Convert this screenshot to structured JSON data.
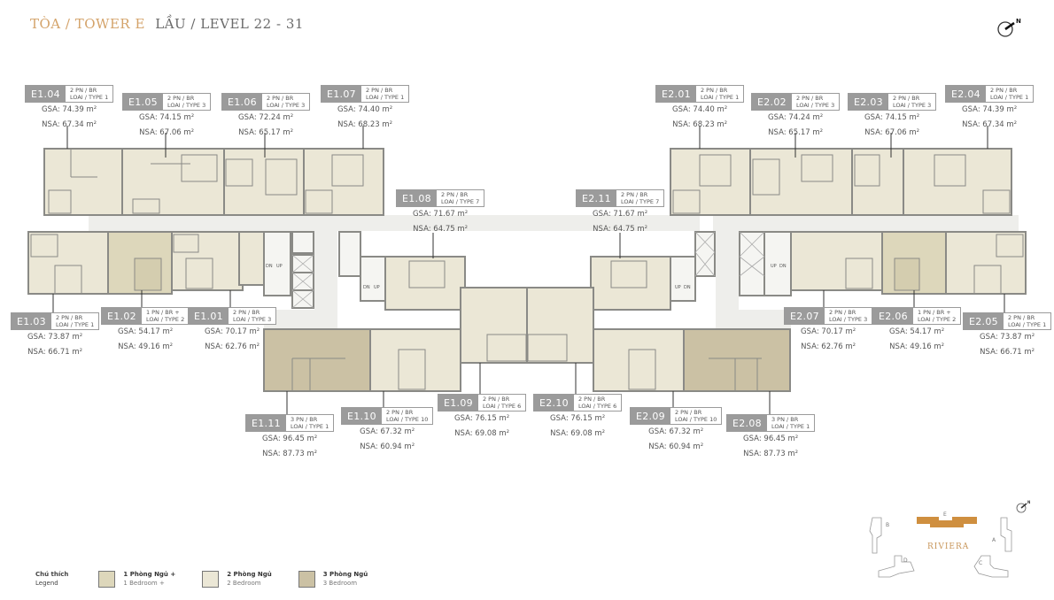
{
  "header": {
    "tower": "TÒA / TOWER E",
    "level": "LẦU / LEVEL 22 - 31",
    "north_label": "N"
  },
  "colors": {
    "accent": "#d4a36a",
    "tag_bg": "#9b9b9b",
    "unit_1br": "#ddd7bb",
    "unit_2br": "#ebe7d6",
    "unit_3br": "#cbc1a4",
    "corridor": "#eeeeeb",
    "wall": "#8a8a86"
  },
  "units": [
    {
      "code": "E1.04",
      "bedrooms": "2 PN / BR",
      "type": "LOAI / TYPE 1",
      "gsa": "GSA: 74.39 m²",
      "nsa": "NSA: 67.34 m²"
    },
    {
      "code": "E1.05",
      "bedrooms": "2 PN / BR",
      "type": "LOAI / TYPE 3",
      "gsa": "GSA: 74.15 m²",
      "nsa": "NSA: 67.06 m²"
    },
    {
      "code": "E1.06",
      "bedrooms": "2 PN / BR",
      "type": "LOAI / TYPE 3",
      "gsa": "GSA: 72.24 m²",
      "nsa": "NSA: 65.17 m²"
    },
    {
      "code": "E1.07",
      "bedrooms": "2 PN / BR",
      "type": "LOAI / TYPE 1",
      "gsa": "GSA: 74.40 m²",
      "nsa": "NSA: 68.23 m²"
    },
    {
      "code": "E1.08",
      "bedrooms": "2 PN / BR",
      "type": "LOAI / TYPE 7",
      "gsa": "GSA: 71.67 m²",
      "nsa": "NSA: 64.75 m²"
    },
    {
      "code": "E2.11",
      "bedrooms": "2 PN / BR",
      "type": "LOAI / TYPE 7",
      "gsa": "GSA: 71.67 m²",
      "nsa": "NSA: 64.75 m²"
    },
    {
      "code": "E2.01",
      "bedrooms": "2 PN / BR",
      "type": "LOAI / TYPE 1",
      "gsa": "GSA: 74.40 m²",
      "nsa": "NSA: 68.23 m²"
    },
    {
      "code": "E2.02",
      "bedrooms": "2 PN / BR",
      "type": "LOAI / TYPE 3",
      "gsa": "GSA: 74.24 m²",
      "nsa": "NSA: 65.17 m²"
    },
    {
      "code": "E2.03",
      "bedrooms": "2 PN / BR",
      "type": "LOAI / TYPE 3",
      "gsa": "GSA: 74.15 m²",
      "nsa": "NSA: 67.06 m²"
    },
    {
      "code": "E2.04",
      "bedrooms": "2 PN / BR",
      "type": "LOAI / TYPE 1",
      "gsa": "GSA: 74.39 m²",
      "nsa": "NSA: 67.34 m²"
    },
    {
      "code": "E1.03",
      "bedrooms": "2 PN / BR",
      "type": "LOAI / TYPE 1",
      "gsa": "GSA: 73.87 m²",
      "nsa": "NSA: 66.71 m²"
    },
    {
      "code": "E1.02",
      "bedrooms": "1 PN / BR +",
      "type": "LOAI / TYPE 2",
      "gsa": "GSA: 54.17 m²",
      "nsa": "NSA: 49.16 m²"
    },
    {
      "code": "E1.01",
      "bedrooms": "2 PN / BR",
      "type": "LOAI / TYPE 3",
      "gsa": "GSA: 70.17 m²",
      "nsa": "NSA: 62.76 m²"
    },
    {
      "code": "E2.07",
      "bedrooms": "2 PN / BR",
      "type": "LOAI / TYPE 3",
      "gsa": "GSA: 70.17 m²",
      "nsa": "NSA: 62.76 m²"
    },
    {
      "code": "E2.06",
      "bedrooms": "1 PN / BR +",
      "type": "LOAI / TYPE 2",
      "gsa": "GSA: 54.17 m²",
      "nsa": "NSA: 49.16 m²"
    },
    {
      "code": "E2.05",
      "bedrooms": "2 PN / BR",
      "type": "LOAI / TYPE 1",
      "gsa": "GSA: 73.87 m²",
      "nsa": "NSA: 66.71 m²"
    },
    {
      "code": "E1.11",
      "bedrooms": "3 PN / BR",
      "type": "LOAI / TYPE 1",
      "gsa": "GSA: 96.45 m²",
      "nsa": "NSA: 87.73 m²"
    },
    {
      "code": "E1.10",
      "bedrooms": "2 PN / BR",
      "type": "LOAI / TYPE 10",
      "gsa": "GSA: 67.32 m²",
      "nsa": "NSA: 60.94 m²"
    },
    {
      "code": "E1.09",
      "bedrooms": "2 PN / BR",
      "type": "LOAI / TYPE 6",
      "gsa": "GSA: 76.15 m²",
      "nsa": "NSA: 69.08 m²"
    },
    {
      "code": "E2.10",
      "bedrooms": "2 PN / BR",
      "type": "LOAI / TYPE 6",
      "gsa": "GSA: 76.15 m²",
      "nsa": "NSA: 69.08 m²"
    },
    {
      "code": "E2.09",
      "bedrooms": "2 PN / BR",
      "type": "LOAI / TYPE 10",
      "gsa": "GSA: 67.32 m²",
      "nsa": "NSA: 60.94 m²"
    },
    {
      "code": "E2.08",
      "bedrooms": "3 PN / BR",
      "type": "LOAI / TYPE 1",
      "gsa": "GSA: 96.45 m²",
      "nsa": "NSA: 87.73 m²"
    }
  ],
  "stairs": {
    "up": "UP",
    "down": "DN"
  },
  "legend": {
    "title_vi": "Chú thích",
    "title_en": "Legend",
    "items": [
      {
        "vi": "1 Phòng Ngủ +",
        "en": "1 Bedroom +"
      },
      {
        "vi": "2 Phòng Ngủ",
        "en": "2 Bedroom"
      },
      {
        "vi": "3 Phòng Ngủ",
        "en": "3 Bedroom"
      }
    ]
  },
  "keyplan": {
    "project": "RIVIERA",
    "towers": [
      "A",
      "B",
      "C",
      "D",
      "E"
    ],
    "north_label": "N"
  }
}
